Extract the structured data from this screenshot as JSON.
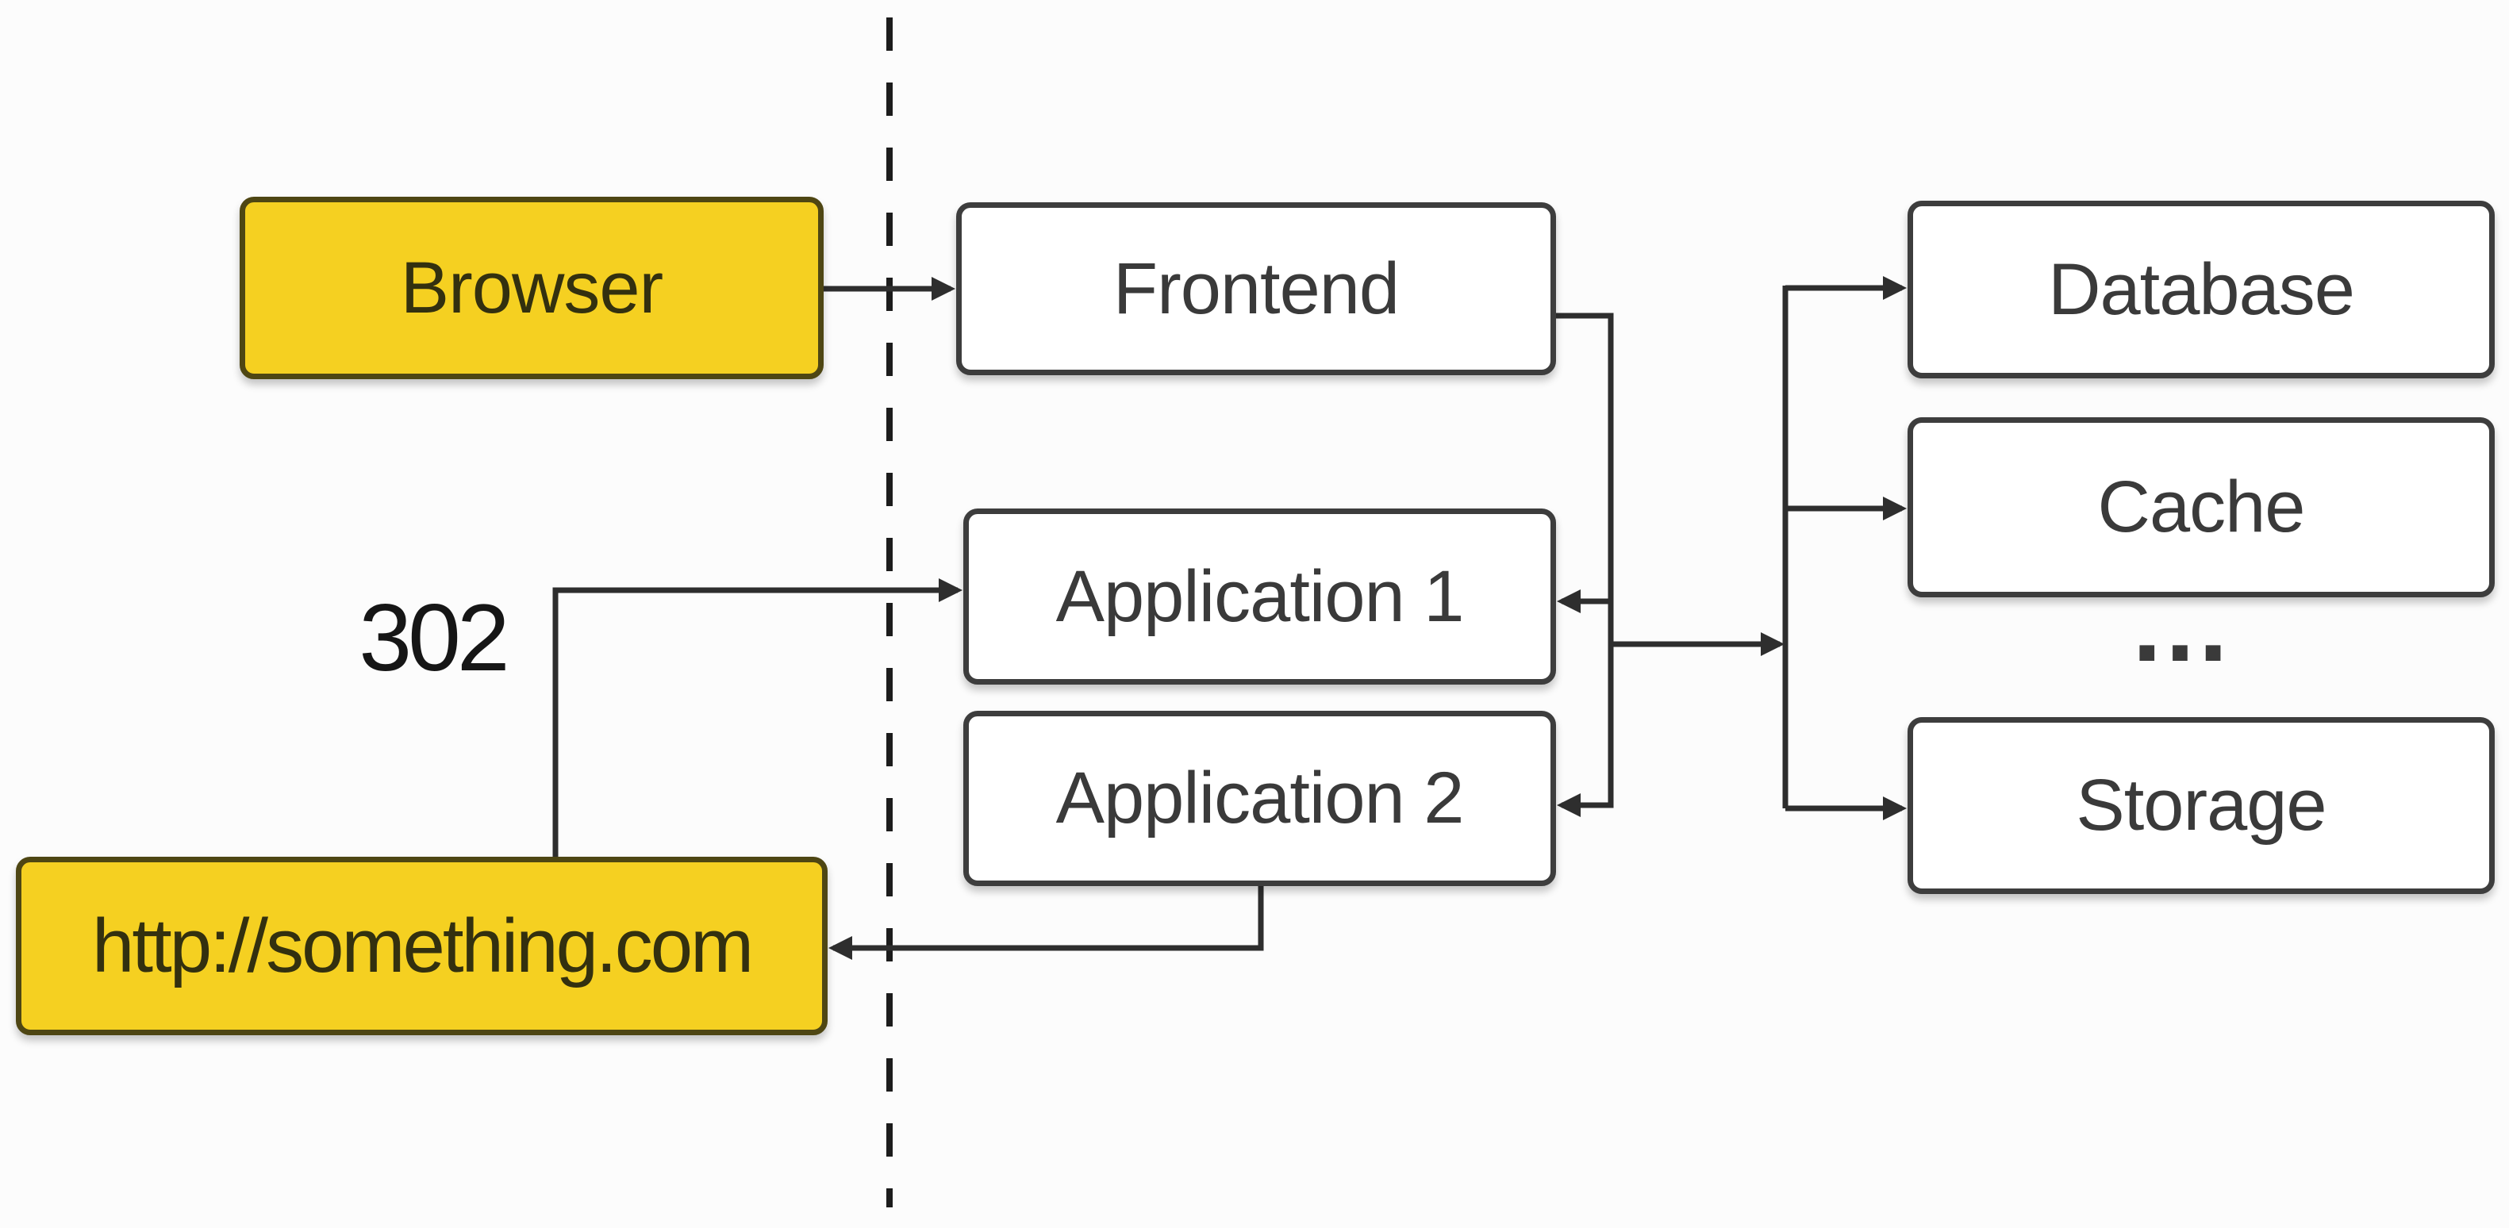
{
  "diagram": {
    "nodes": {
      "browser": {
        "label": "Browser"
      },
      "url": {
        "label": "http://something.com"
      },
      "frontend": {
        "label": "Frontend"
      },
      "app1": {
        "label": "Application 1"
      },
      "app2": {
        "label": "Application 2"
      },
      "database": {
        "label": "Database"
      },
      "cache": {
        "label": "Cache"
      },
      "storage": {
        "label": "Storage"
      }
    },
    "annotations": {
      "redirect_code": "302",
      "ellipsis": "..."
    },
    "colors": {
      "accent_yellow": "#f5d021",
      "accent_border": "#4e4613",
      "box_border": "#3d3d3d",
      "line": "#2e2e2e",
      "text": "#3a3a3a"
    }
  }
}
